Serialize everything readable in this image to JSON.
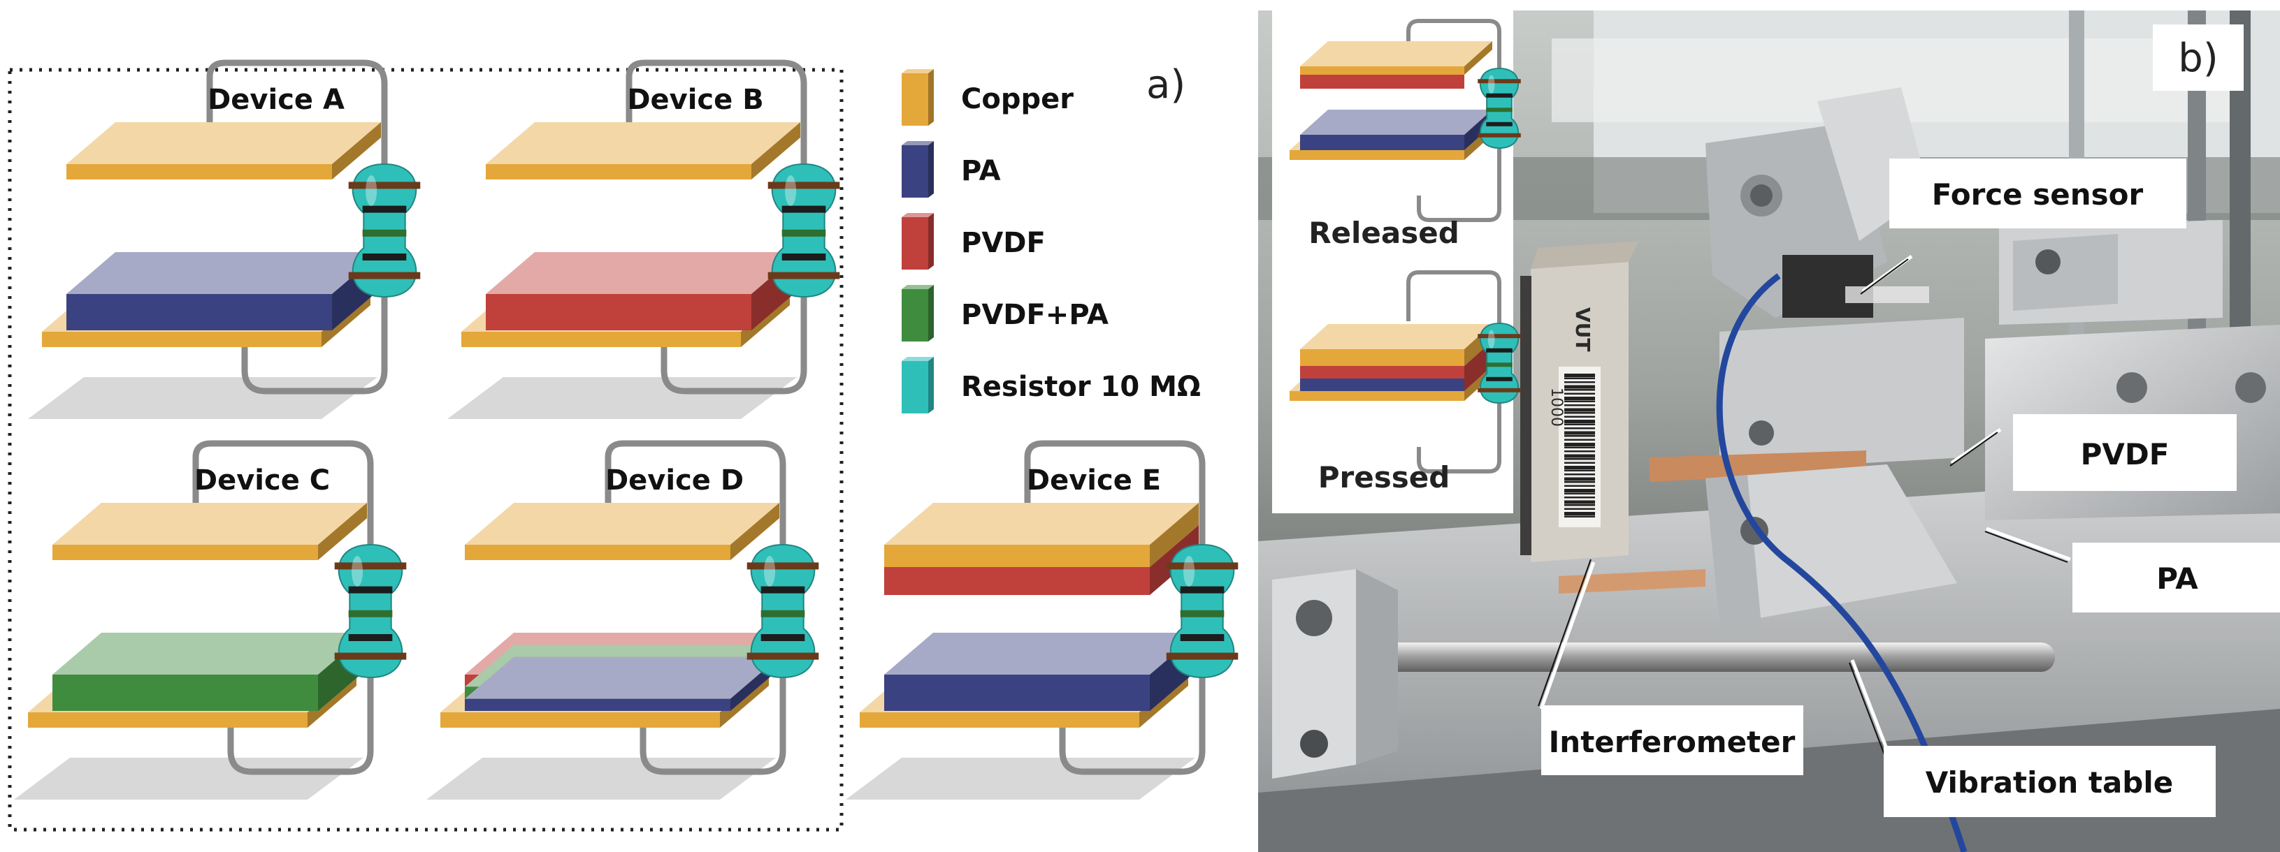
{
  "panel_a": {
    "panel_label": "a)",
    "legend": [
      {
        "label": "Copper",
        "color": "#e4a73a"
      },
      {
        "label": "PA",
        "color": "#3b4281"
      },
      {
        "label": "PVDF",
        "color": "#c0403c"
      },
      {
        "label": "PVDF+PA",
        "color": "#3f8c3f"
      },
      {
        "label": "Resistor 10 MΩ",
        "color": "#2fbfb9"
      }
    ],
    "devices": [
      {
        "label": "Device A",
        "layers": [
          "PA"
        ]
      },
      {
        "label": "Device B",
        "layers": [
          "PVDF"
        ]
      },
      {
        "label": "Device C",
        "layers": [
          "PVDF+PA"
        ]
      },
      {
        "label": "Device D",
        "layers": [
          "PVDF",
          "PVDF+PA",
          "PA"
        ]
      },
      {
        "label": "Device E",
        "layers": [
          "PA"
        ],
        "top_layers": [
          "PVDF"
        ]
      }
    ]
  },
  "panel_b": {
    "panel_label": "b)",
    "inset": {
      "released_label": "Released",
      "pressed_label": "Pressed"
    },
    "callouts": {
      "force_sensor": "Force sensor",
      "pvdf": "PVDF",
      "pa": "PA",
      "interferometer": "Interferometer",
      "vibration_table": "Vibration table"
    },
    "sensor_body_text": "VUT",
    "sensor_body_number": "1000"
  }
}
